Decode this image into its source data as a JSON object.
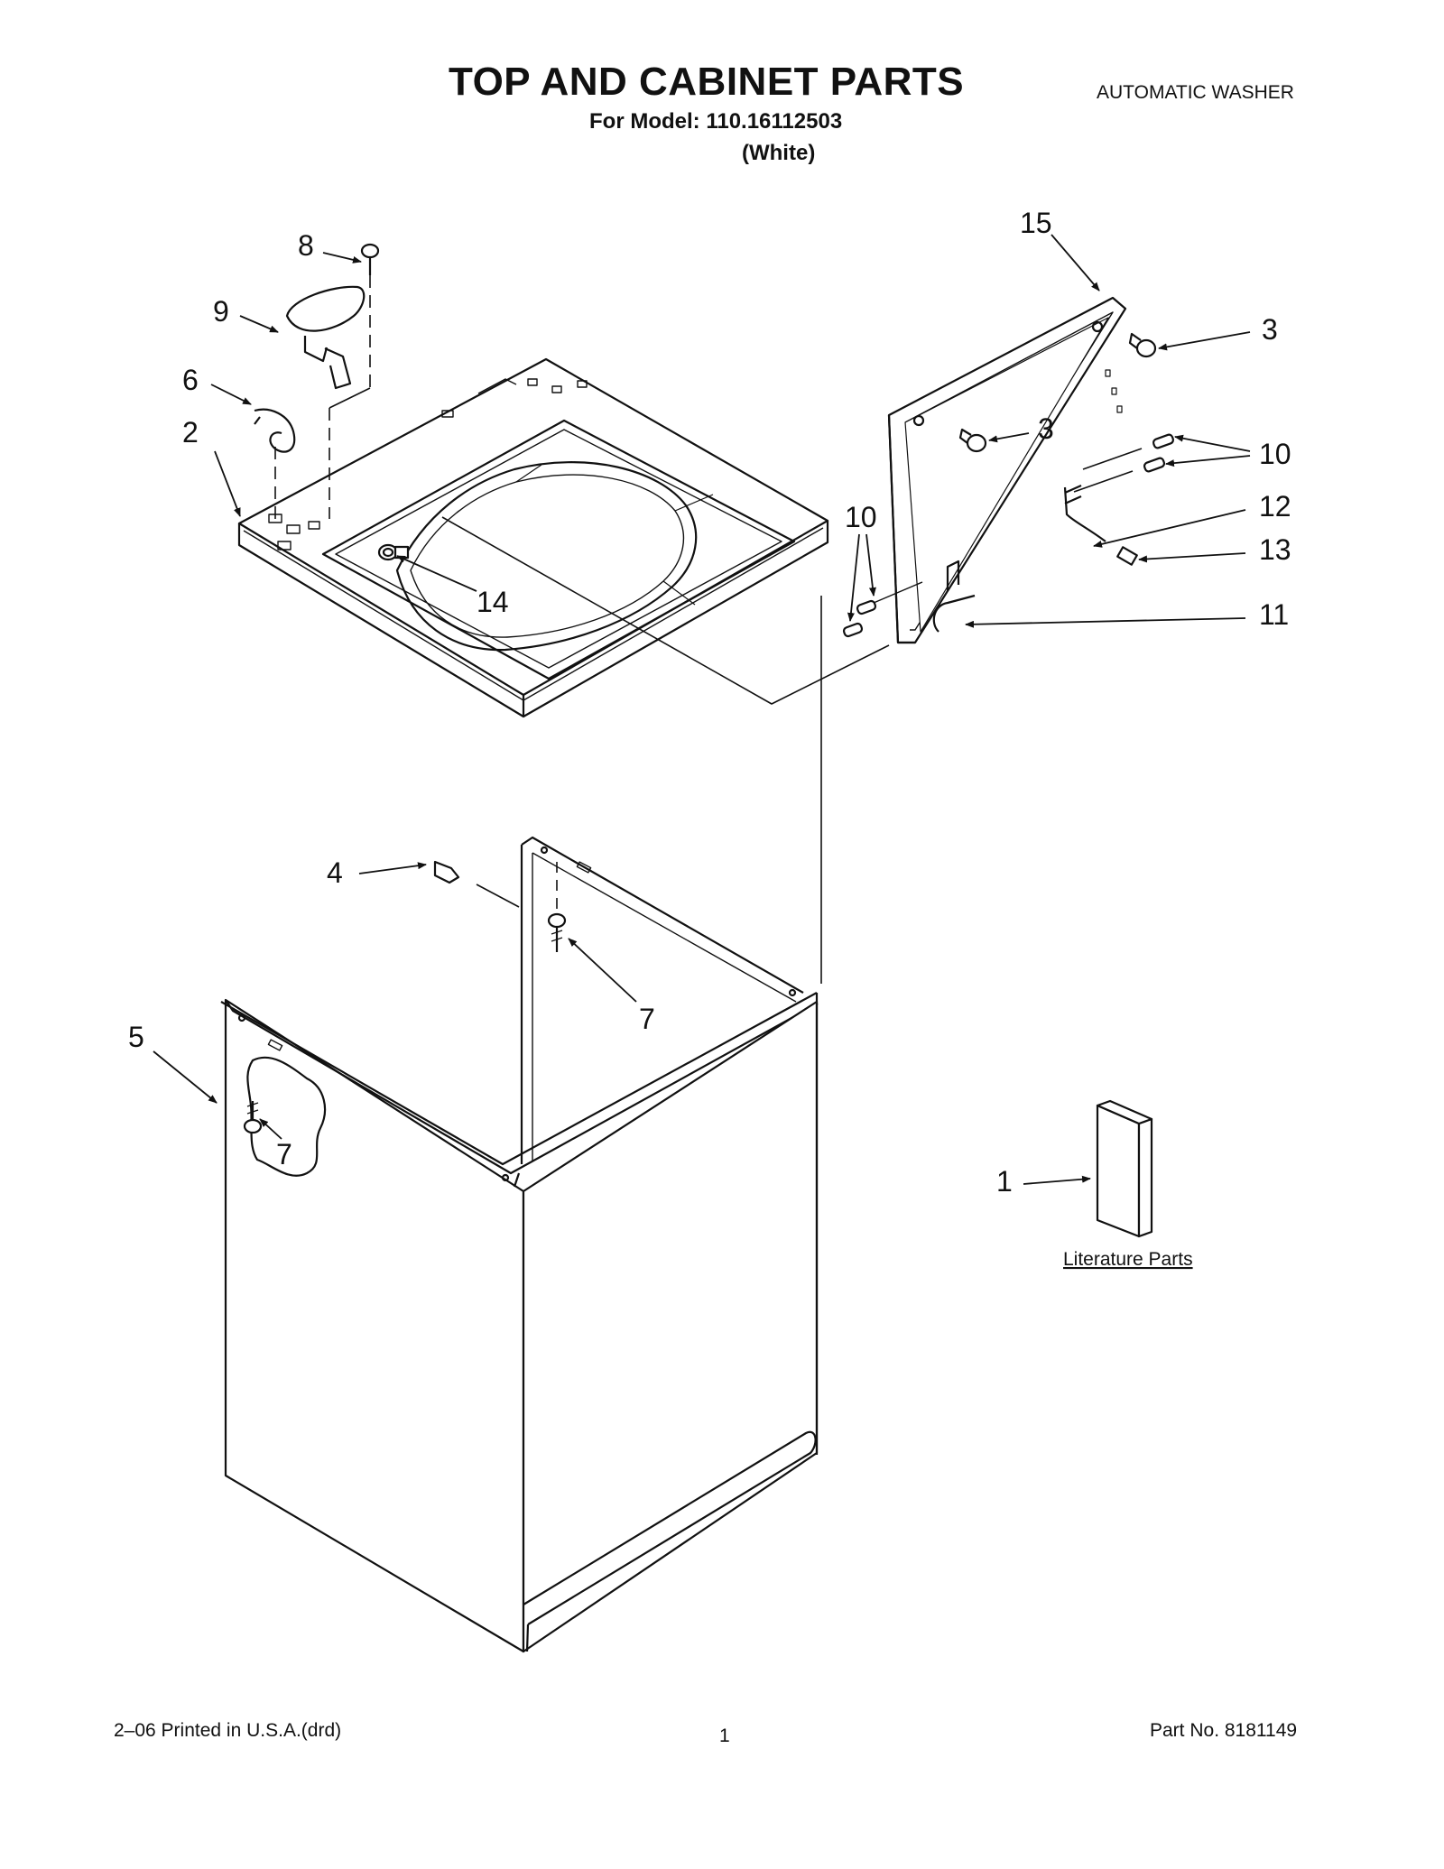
{
  "header": {
    "title": "TOP AND CABINET PARTS",
    "model_line": "For Model: 110.16112503",
    "color_line": "(White)",
    "doc_type": "AUTOMATIC WASHER"
  },
  "footer": {
    "print_info": "2–06 Printed in U.S.A.(drd)",
    "page_number": "1",
    "part_number": "Part No. 8181149"
  },
  "callouts": {
    "c8": "8",
    "c9": "9",
    "c6": "6",
    "c2": "2",
    "c14": "14",
    "c15": "15",
    "c3a": "3",
    "c3b": "3",
    "c10a": "10",
    "c10b": "10",
    "c12": "12",
    "c13": "13",
    "c11": "11",
    "c4": "4",
    "c7a": "7",
    "c5": "5",
    "c7b": "7",
    "c1": "1"
  },
  "literature_label": "Literature Parts"
}
